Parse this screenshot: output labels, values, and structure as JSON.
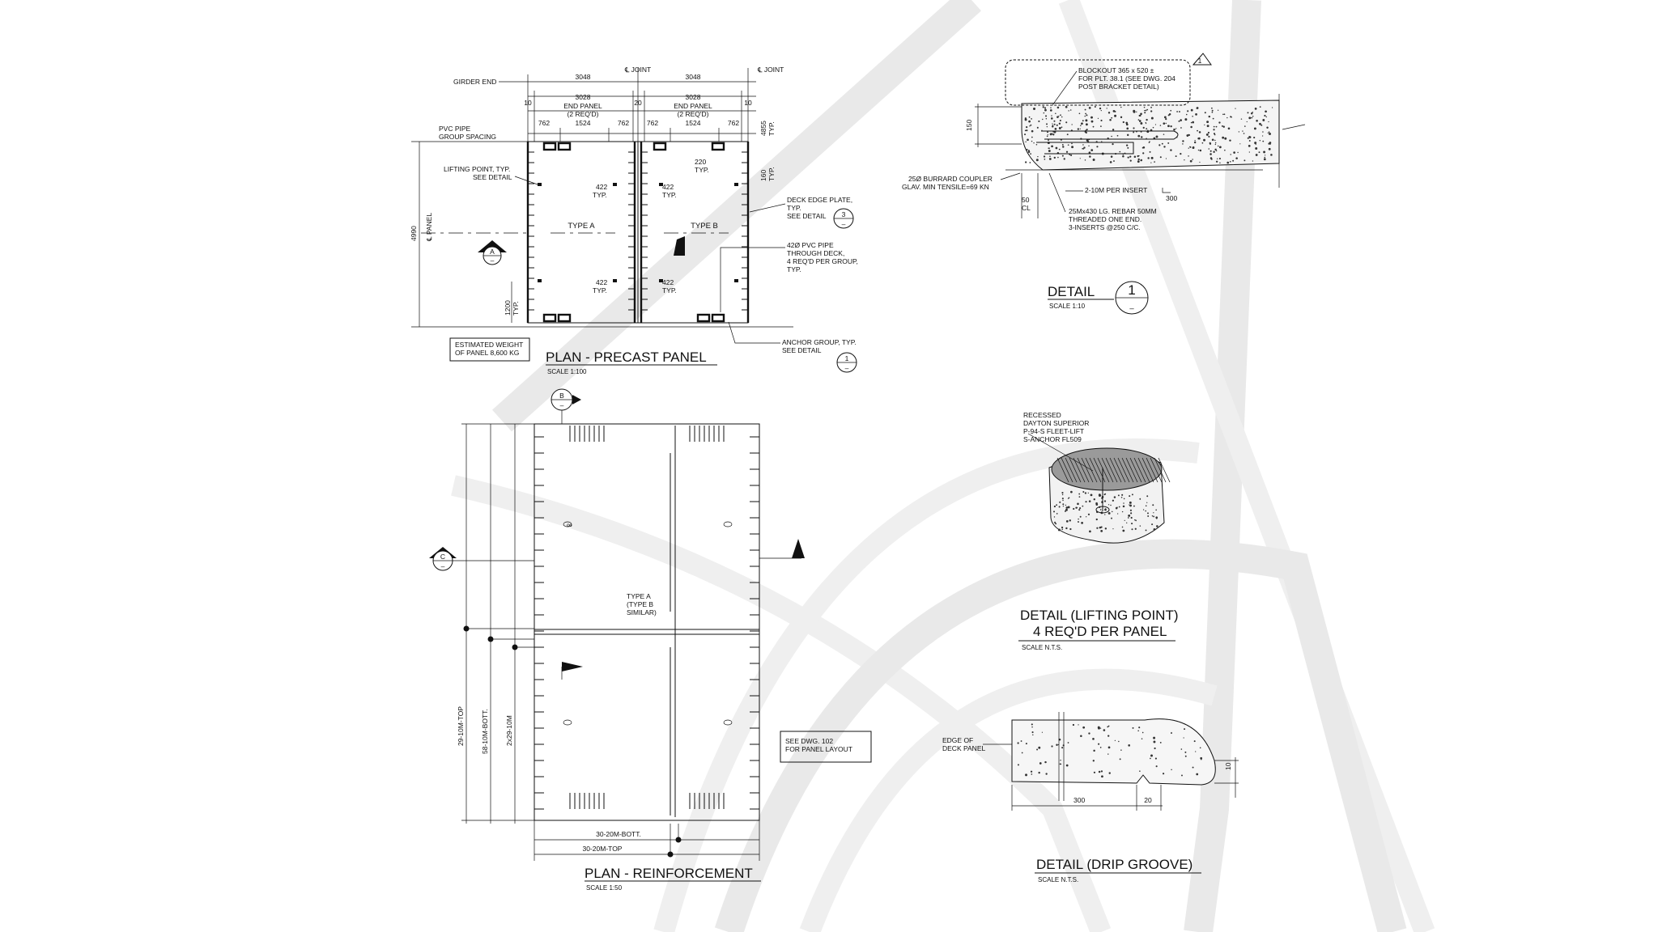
{
  "plan_precast": {
    "title": "PLAN - PRECAST PANEL",
    "scale": "SCALE 1:100",
    "girder_end": "GIRDER END",
    "joint1": "℄ JOINT",
    "joint2": "℄ JOINT",
    "dim_3048a": "3048",
    "dim_3048b": "3048",
    "dim_10a": "10",
    "dim_20": "20",
    "dim_10b": "10",
    "dim_3028a": "3028",
    "dim_3028b": "3028",
    "end_panel_a": "END PANEL",
    "end_panel_b": "END PANEL",
    "reqd_a": "(2 REQ'D)",
    "reqd_b": "(2 REQ'D)",
    "d762a": "762",
    "d1524a": "1524",
    "d762b": "762",
    "d762c": "762",
    "d1524b": "1524",
    "d762d": "762",
    "d4855": "4855",
    "typ_top": "TYP.",
    "pvc_pipe": "PVC PIPE",
    "group_spacing": "GROUP SPACING",
    "lifting_point": "LIFTING POINT, TYP.",
    "see_detail_a": "SEE DETAIL",
    "d220": "220",
    "typ_220": "TYP.",
    "d160": "160",
    "typ_160": "TYP.",
    "d422a": "422",
    "typa": "TYP.",
    "d422b": "422",
    "typb": "TYP.",
    "d422c": "422",
    "typc": "TYP.",
    "d422d": "422",
    "typd": "TYP.",
    "type_a": "TYPE A",
    "type_b": "TYPE B",
    "d4990": "4990",
    "cl_panel": "℄ PANEL",
    "section_a": "A",
    "section_a_sub": "–",
    "d1200": "1200",
    "typ_1200": "TYP.",
    "deck_edge_1": "DECK EDGE PLATE,",
    "deck_edge_2": "TYP.",
    "deck_edge_3": "SEE DETAIL",
    "deck_edge_num": "3",
    "deck_edge_sub": "–",
    "pvc_1": "42Ø PVC PIPE",
    "pvc_2": "THROUGH DECK,",
    "pvc_3": "4 REQ'D PER GROUP,",
    "pvc_4": "TYP.",
    "anchor_1": "ANCHOR GROUP, TYP.",
    "anchor_2": "SEE DETAIL",
    "anchor_num": "1",
    "anchor_sub": "–",
    "weight_1": "ESTIMATED WEIGHT",
    "weight_2": "OF PANEL 8,600 KG"
  },
  "plan_reinf": {
    "title": "PLAN - REINFORCEMENT",
    "scale": "SCALE 1:50",
    "section_b": "B",
    "section_b_sub": "–",
    "section_c": "C",
    "section_c_sub": "–",
    "type_1": "TYPE A",
    "type_2": "(TYPE B",
    "type_3": "SIMILAR)",
    "bar_1": "29-10M-TOP",
    "bar_2": "58-10M-BOTT.",
    "bar_3": "2x29-10M",
    "bot_1": "30-20M-BOTT.",
    "bot_2": "30-20M-TOP",
    "see_1": "SEE DWG. 102",
    "see_2": "FOR PANEL LAYOUT"
  },
  "detail1": {
    "title": "DETAIL",
    "num": "1",
    "sub": "–",
    "scale": "SCALE 1:10",
    "rev": "1",
    "blockout_1": "BLOCKOUT 365 x 520 ±",
    "blockout_2": "FOR PLT. 38.1 (SEE DWG. 204",
    "blockout_3": "POST BRACKET DETAIL)",
    "d150": "150",
    "coupler_1": "25Ø BURRARD COUPLER",
    "coupler_2": "GLAV. MIN TENSILE=69 KN",
    "per_insert": "2-10M PER INSERT",
    "d300": "300",
    "d50": "50",
    "cl": "CL",
    "rebar_1": "25Mx430 LG. REBAR 50MM",
    "rebar_2": "THREADED ONE END.",
    "rebar_3": "3-INSERTS @250 C/C."
  },
  "detail_lift": {
    "note_1": "RECESSED",
    "note_2": "DAYTON SUPERIOR",
    "note_3": "P-94-S FLEET-LIFT",
    "note_4": "S-ANCHOR FL509",
    "title_1": "DETAIL (LIFTING POINT)",
    "title_2": "4 REQ'D PER PANEL",
    "scale": "SCALE  N.T.S."
  },
  "detail_drip": {
    "edge_1": "EDGE OF",
    "edge_2": "DECK PANEL",
    "d10": "10",
    "d300": "300",
    "d20": "20",
    "title": "DETAIL (DRIP GROOVE)",
    "scale": "SCALE  N.T.S."
  }
}
